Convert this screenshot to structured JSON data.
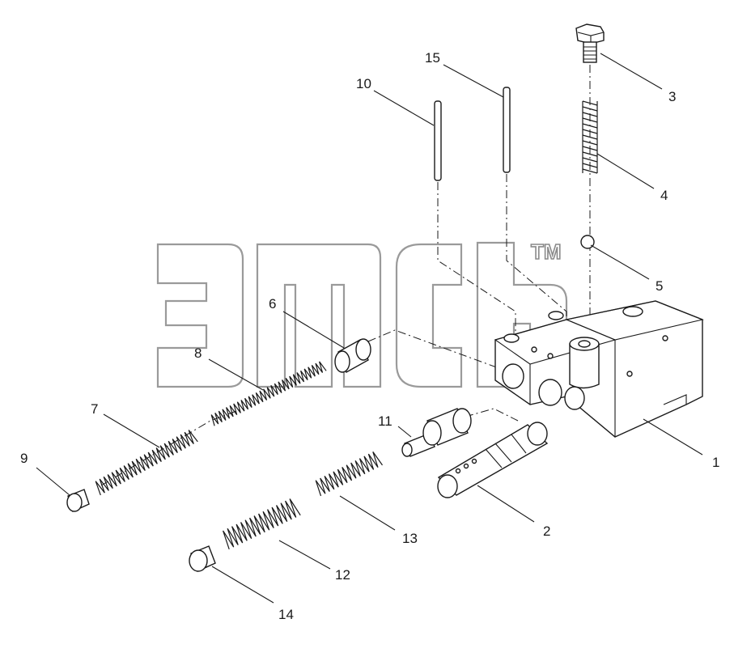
{
  "watermark": {
    "trademark_text": "TM"
  },
  "labels": {
    "p1": "1",
    "p2": "2",
    "p3": "3",
    "p4": "4",
    "p5": "5",
    "p6": "6",
    "p7": "7",
    "p8": "8",
    "p9": "9",
    "p10": "10",
    "p11": "11",
    "p12": "12",
    "p13": "13",
    "p14": "14",
    "p15": "15"
  },
  "colors": {
    "line": "#1a1a1a",
    "watermark": "#9a9a9a",
    "background": "#ffffff"
  }
}
